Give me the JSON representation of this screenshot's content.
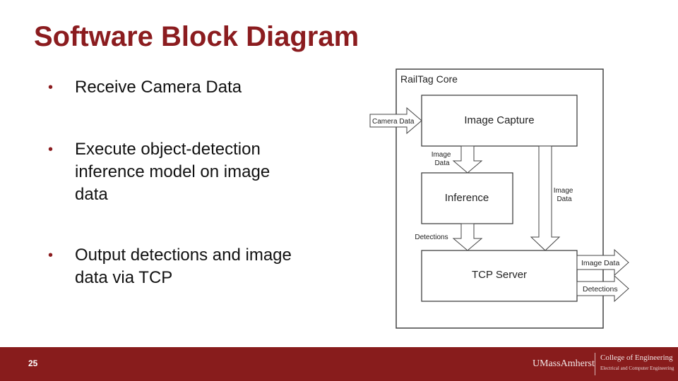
{
  "slide": {
    "title": "Software Block Diagram",
    "bullets": [
      [
        "Receive Camera Data"
      ],
      [
        "Execute object-detection",
        "inference model on image",
        "data"
      ],
      [
        "Output detections and image",
        "data via TCP"
      ]
    ],
    "page_number": "25"
  },
  "diagram": {
    "container_label": "RailTag Core",
    "blocks": {
      "image_capture": "Image Capture",
      "inference": "Inference",
      "tcp_server": "TCP Server"
    },
    "arrows": {
      "camera_in": "Camera Data",
      "capture_to_inference": [
        "Image",
        "Data"
      ],
      "capture_to_server": [
        "Image",
        "Data"
      ],
      "inference_to_server": "Detections",
      "image_out": "Image Data",
      "detections_out": "Detections"
    }
  },
  "footer": {
    "university": "UMassAmherst",
    "college": "College of Engineering",
    "department": "Electrical and Computer Engineering"
  }
}
